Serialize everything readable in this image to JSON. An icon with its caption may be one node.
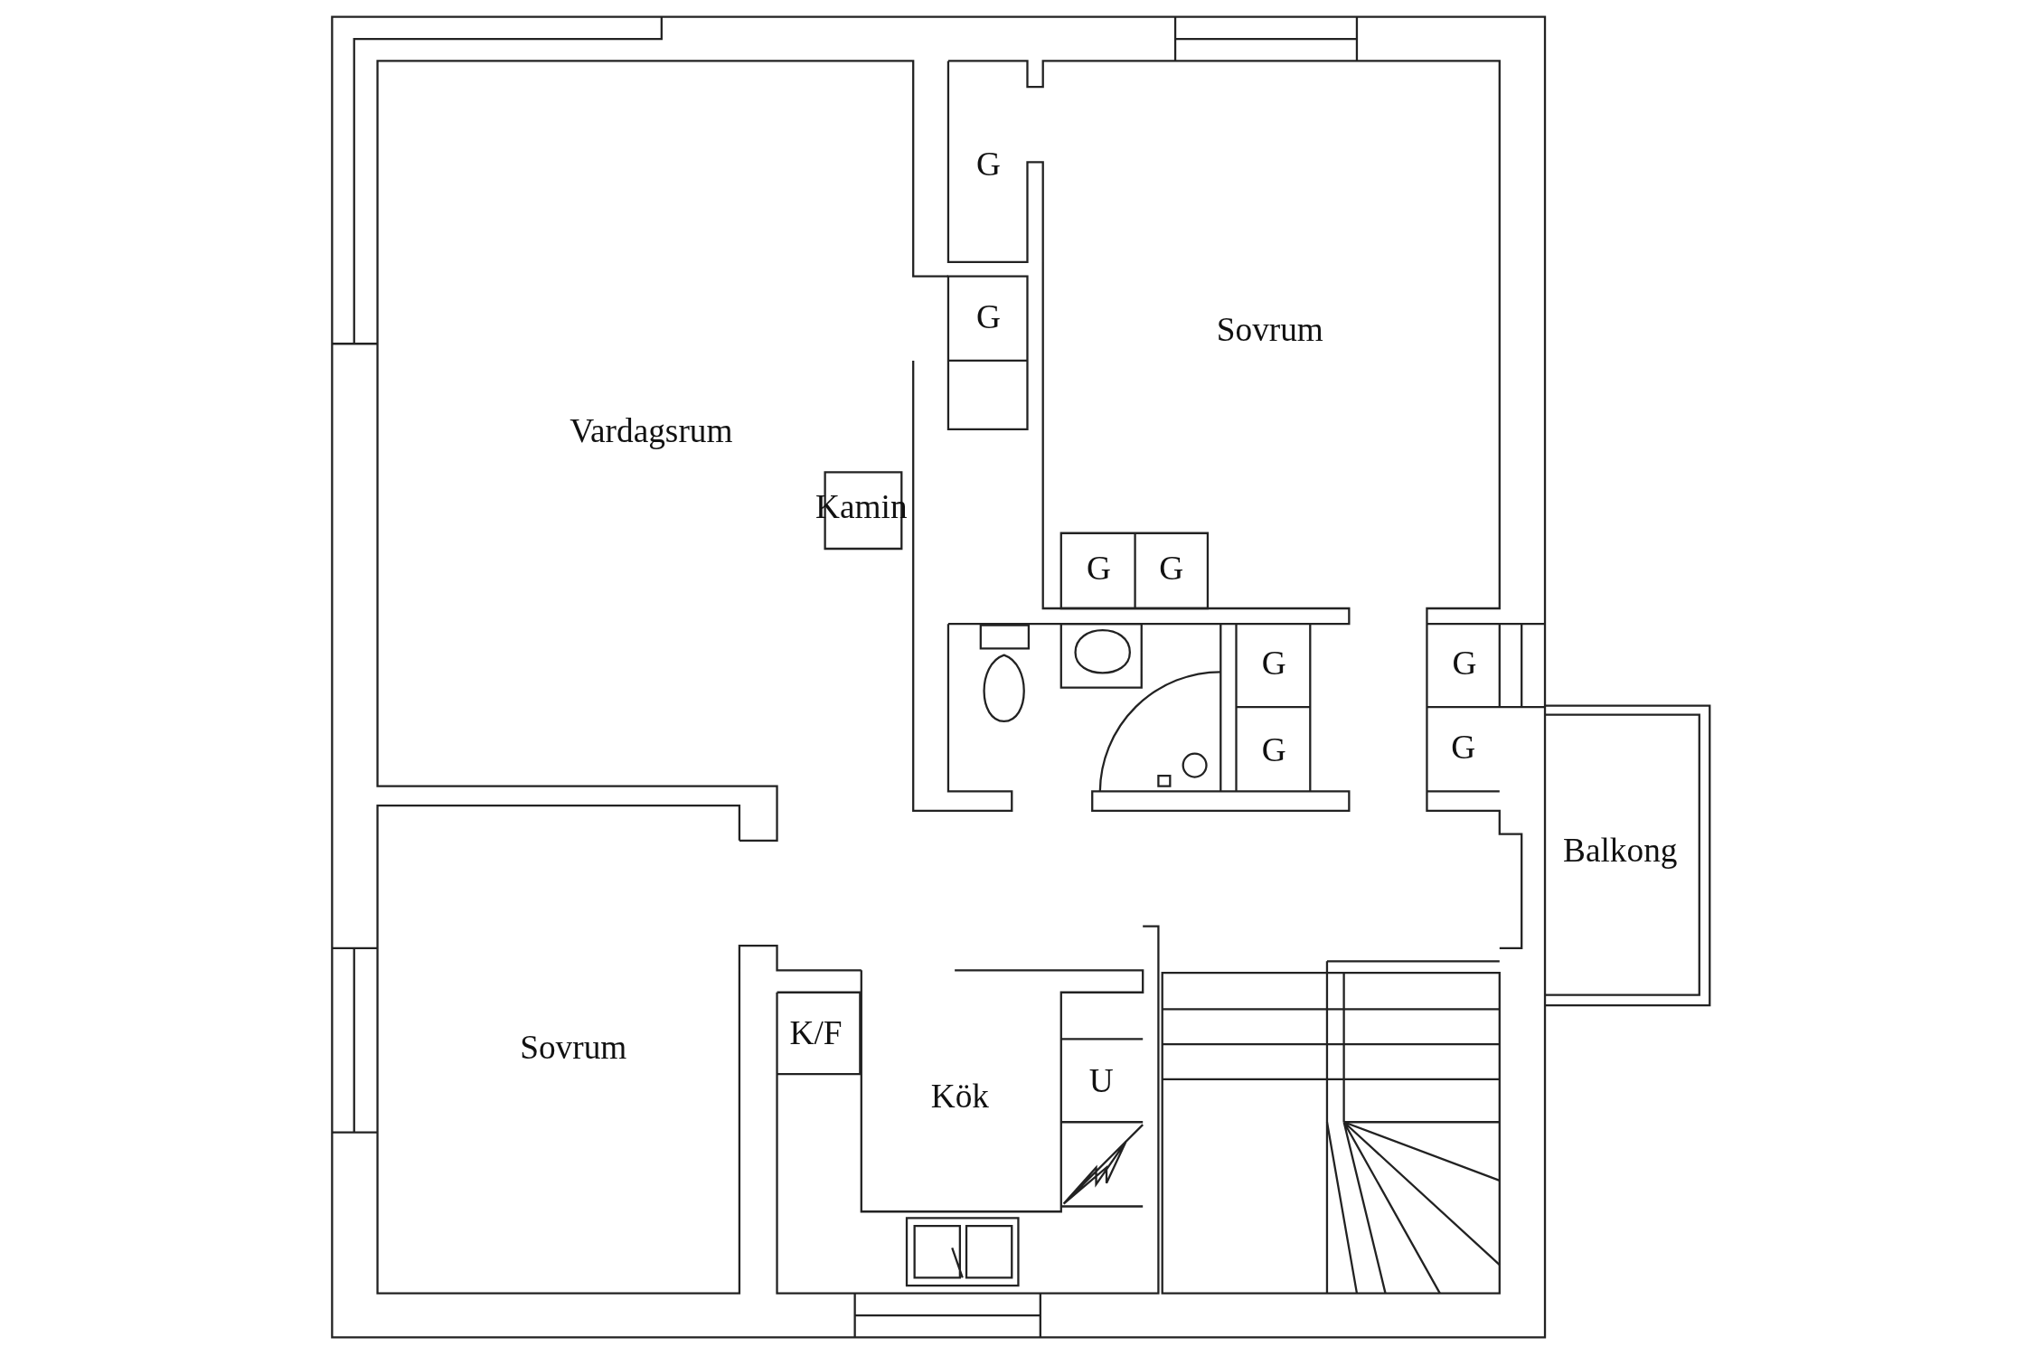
{
  "diagram": {
    "labels": [
      "G",
      "G",
      "Sovrum",
      "Vardagsrum",
      "Kamin",
      "G",
      "G",
      "G",
      "G",
      "G",
      "G",
      "Balkong",
      "K/F",
      "Sovrum",
      "U",
      "Kök"
    ]
  }
}
